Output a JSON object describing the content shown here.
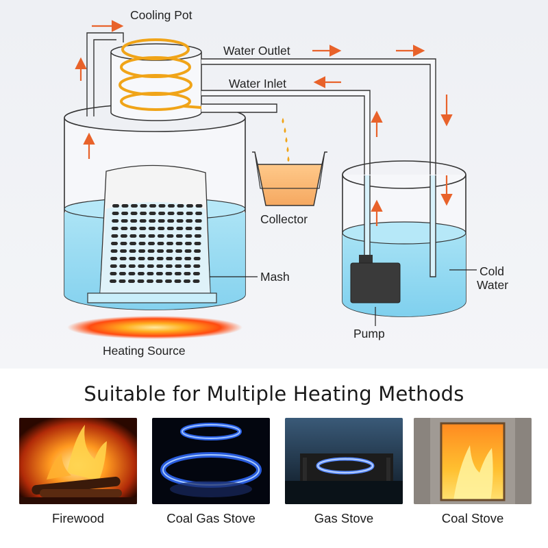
{
  "diagram": {
    "labels": {
      "cooling_pot": "Cooling Pot",
      "water_outlet": "Water Outlet",
      "water_inlet": "Water Inlet",
      "collector": "Collector",
      "mash": "Mash",
      "cold_water_line1": "Cold",
      "cold_water_line2": "Water",
      "pump": "Pump",
      "heating_source": "Heating Source"
    },
    "colors": {
      "arrow": "#e8622a",
      "water": "#8fd8f0",
      "coil": "#f0a418",
      "distillate": "#f6b46a",
      "flame": "#ff5a10"
    }
  },
  "heating_methods": {
    "title": "Suitable for Multiple Heating Methods",
    "items": [
      {
        "label": "Firewood",
        "icon": "firewood-photo"
      },
      {
        "label": "Coal Gas Stove",
        "icon": "coal-gas-stove-photo"
      },
      {
        "label": "Gas Stove",
        "icon": "gas-stove-photo"
      },
      {
        "label": "Coal Stove",
        "icon": "coal-stove-photo"
      }
    ]
  }
}
